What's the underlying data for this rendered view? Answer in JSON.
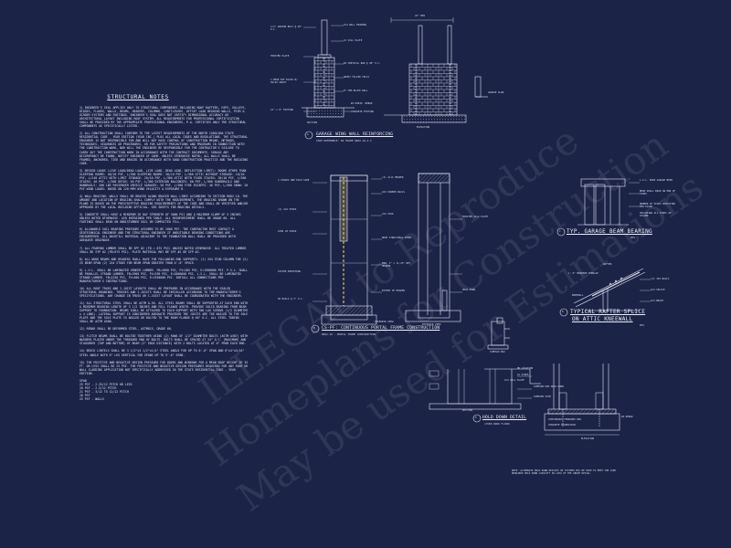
{
  "notes": {
    "title": "STRUCTURAL NOTES",
    "paragraphs": [
      "1) ENGINEER'S SEAL APPLIES ONLY TO STRUCTURAL COMPONENTS INCLUDING ROOF RAFTERS, HIPS, VALLEYS, RIDGES, FLOORS, WALLS, BEAMS, HEADERS, COLUMNS, CANTILEVERS, OFFSET LOAD BEARING WALLS, PIER & GIRDER SYSTEMS AND FOOTINGS. ENGINEER'S SEAL DOES NOT CERTIFY DIMENSIONAL ACCURACY OR ARCHITECTURAL LAYOUT INCLUDING ROOF SYSTEM. ALL REQUIREMENTS FOR PROFESSIONAL CERTIFICATION SHALL BE PROVIDED BY THE APPROPRIATE PROFESSIONAL ENGINEERS, P.A. CERTIFIES ONLY THE STRUCTURAL COMPONENTS AS SPECIFICALLY LISTED.",
      "2) ALL CONSTRUCTION SHALL CONFORM TO THE LATEST REQUIREMENTS OF THE NORTH CAROLINA STATE RESIDENTIAL CODE - YEAR EDITION (YEAR INC.) PLUS ALL LOCAL CODES AND REGULATIONS. THE STRUCTURAL ENGINEER IS NOT RESPONSIBLE FOR AND WILL NOT HAVE CONTROL OF CONSTRUCTION MEANS, METHODS, TECHNIQUES, SEQUENCES OR PROCEDURES, OR FOR SAFETY PRECAUTIONS AND PROGRAMS IN CONNECTION WITH THE CONSTRUCTION WORK, NOR WILL THE ENGINEER BE RESPONSIBLE FOR THE CONTRACTOR'S FAILURE TO CARRY OUT THE CONSTRUCTION WORK IN ACCORDANCE WITH THE CONTRACT DOCUMENTS. SHOULD ANY DISCREPANCY BE FOUND, NOTIFY ENGINEER OF SAME. UNLESS OTHERWISE NOTED, ALL WALLS SHALL BE FRAMED, ANCHORED, TIED AND BRACED IN ACCORDANCE WITH GOOD CONSTRUCTION PRACTICE AND THE BUILDING CODE.",
      "3) DESIGN LOADS (LIVE LOAD/DEAD LOAD, LIVE LOAD, DEAD LOAD, DEFLECTION LIMIT): ROOMS OTHER THAN SLEEPING ROOMS: 40/10 PSF, L/360 SLEEPING ROOMS: 30/10 PSF, L/360 ATTIC WITHOUT STORAGE: 10/10 PSF, L/240 ATTIC WITH LIMIT STORAGE: 20/10 PSF, L/360 ATTIC WITH FIXED STAIRS: 30/10 PSF, L/360 STAIRS: 40 PSF, L/360 DECKS: 40 PSF, L/360 EXTERIOR BALCONIES: 60 PSF, L/360 GUARDRAILS AND HANDRAILS: 200 LBS PASSENGER VEHICLE GARAGES: 50 PSF, L/360 FIRE ESCAPES: 40 PSF, L/360 SNOW: 20 PSF WIND LOADS: BASED ON 120 MPH WIND VELOCITY & EXPOSURE B.",
      "4) WALL BRACING: WALLS SHALL BE BRACED ALONG BRACED WALL LINES ACCORDING TO SECTION R602.10. THE AMOUNT AND LOCATION OF BRACING SHALL COMPLY WITH THE REQUIREMENTS. THE BRACING SHOWN ON THE PLANS IS BASED ON THE PRESCRIPTIVE BRACING REQUIREMENTS OF THE CODE AND SHALL BE VERIFIED AND/OR APPROVED BY THE LOCAL BUILDING OFFICIAL. SEE SHEETS FOR BRACING DETAILS.",
      "5) CONCRETE SHALL HAVE A MINIMUM 28 DAY STRENGTH OF 3000 PSI AND A MAXIMUM SLUMP OF 5 INCHES UNLESS NOTED OTHERWISE. AIR ENTRAINED PER TABLE. ALL REINFORCEMENT SHALL BE GRADE 60. ALL FOOTINGS SHALL BEAR ON UNDISTURBED SOIL OR COMPACTED FILL.",
      "6) ALLOWABLE SOIL BEARING PRESSURE ASSUMED TO BE 2000 PSF. THE CONTRACTOR MUST CONTACT A GEOTECHNICAL ENGINEER AND THE STRUCTURAL ENGINEER IF UNSUITABLE BEARING CONDITIONS ARE ENCOUNTERED. ALL BACKFILL MATERIAL ADJACENT TO THE FOUNDATION WALL SHALL BE PROVIDED WITH ADEQUATE DRAINAGE.",
      "7) ALL FRAMING LUMBER SHALL BE SPF #2 (FB = 875 PSI) UNLESS NOTED OTHERWISE. ALL TREATED LUMBER SHALL BE SYP #2 (FB=975 PSI). PLATE MATERIAL MAY BE SPF #2 OR SYP #2.",
      "8) ALL WOOD BEAMS AND HEADERS SHALL HAVE THE FOLLOWING END SUPPORTS: (1) 2X4 STUD COLUMN FOR (2) 2X BEAM SPAN (2) 2X4 STUDS FOR BEAM SPAN GREATER THAN 6'-0\" SPACE.",
      "9) L.V.L. SHALL BE LAMINATED VENEER LUMBER. FB=2600 PSI, FV=285 PSI, E=1900000 PSI. P.S.L. SHALL BE PARALLEL STRAND LUMBER. FB=2900 PSI, FV=290 PSI, E=2000000 PSI. L.S.L. SHALL BE LAMINATED STRAND LUMBER. FB=2250 PSI, FV=400 PSI, E=1550000 PSI. INSTALL ALL CONNECTIONS PER MANUFACTURER'S INSTRUCTIONS.",
      "10) ALL ROOF TRUSS AND I-JOIST LAYOUTS SHALL BE PREPARED IN ACCORDANCE WITH THE SEALED STRUCTURAL DRAWINGS. TRUSSES AND I-JOISTS SHALL BE INSTALLED ACCORDING TO THE MANUFACTURER'S SPECIFICATIONS. ANY CHANGE IN TRUSS OR I-JOIST LAYOUT SHALL BE COORDINATED WITH THE ENGINEER.",
      "11) ALL STRUCTURAL STEEL SHALL BE ASTM A-36. ALL STEEL BEAMS SHALL BE SUPPORTED AT EACH END WITH A MINIMUM BEARING LENGTH OF 3 1/2 INCHES AND FULL FLANGE WIDTH. PROVIDE SOLID BEARING FROM BEAM SUPPORT TO FOUNDATION. BEAMS SHALL BE ATTACHED TO EACH SUPPORT WITH TWO LAG SCREWS (1/2 DIAMETER x 4 LONG). LATERAL SUPPORT IS CONSIDERED ADEQUATE PROVIDED THE JOISTS ARE TOE NAILED TO THE SOLE PLATE AND THE SOLE PLATE IS NAILED OR BOLTED TO THE BEAM FLANGE @ 48\" O.C. ALL STEEL TUBING SHALL BE ASTM A500.",
      "12) REBAR SHALL BE DEFORMED STEEL, ASTM615, GRADE 60.",
      "13) FLITCH BEAMS SHALL BE BOLTED TOGETHER USING (2) ROWS OF 1/2\" DIAMETER BOLTS (ASTM A307) WITH WASHERS PLACED UNDER THE THREADED END OF BOLTS. BOLTS SHALL BE SPACED AT 24\" O.C. (MAXIMUM) AND STAGGERED (TOP AND BOTTOM) OF BEAM (2\" EDGE DISTANCE) WITH 2 BOLTS LOCATED AT 6\" FROM EACH END.",
      "14) BRICK LINTELS SHALL BE 3 1/2\"x3 1/2\"x1/4\" STEEL ANGLE FOR UP TO 6'-0\" SPAN AND 6\"x4\"x5/16\" STEEL ANGLE WITH 6\" LEG VERTICAL FOR SPANS UP TO 9'-6\" SPAN.",
      "15) THE POSITIVE AND NEGATIVE DESIGN PRESSURE FOR DOORS AND WINDOWS FOR A MEAN ROOF HEIGHT OF 35 FT. OR LESS SHALL BE 25 PSF. THE POSITIVE AND NEGATIVE DESIGN PRESSURES REQUIRED FOR ANY ROOF OR WALL CLADDING APPLICATION NOT SPECIFICALLY ADDRESSED IN THE STATE RESIDENTIAL CODE - YEAR EDITION."
    ],
    "load_lines": [
      "SPAN",
      "25 PSF - 2.25/12 PITCH OR LESS",
      "20 PSF - 2.5/12 PITCH",
      "21 PSF - 3/12 TO 12/12 PITCH",
      "16 PSF",
      "25 PSF - WALLS"
    ]
  },
  "details": {
    "garage_wing_wall": {
      "caption": "GARAGE WING WALL REINFORCING",
      "number": "A",
      "scale": "CODE REFERENCE: R4 FRAME R602.10.4.3",
      "section_label": "SECTION",
      "elevation_label": "ELEVATION",
      "callouts": [
        "2x4 WALL FRAMING",
        "2x SILL PLATE",
        "#4 VERTICAL BAR @ 48\" O.C.",
        "GROUT FILLED CELLS",
        "8\" CMU BLOCK WALL",
        "#4 HORIZ. REBAR",
        "CONCRETE FOOTING",
        "GARAGE SLAB"
      ],
      "left_callouts": [
        "1/2\" ANCHOR BOLT @ 48\" O.C.",
        "TREATED PLATE",
        "1-8000 PSF BLOCK W/ SOLID GROUT",
        "12\" x 8\" FOOTING"
      ],
      "dimension": "24\" MIN"
    },
    "portal_frame": {
      "caption": "CS-PF: CONTINUOUS PORTAL FRAME CONSTRUCTION",
      "number": "B",
      "scale": "R602.10 - PORTAL FRAME CONSTRUCTION",
      "interior_label": "INTERIOR VIEW",
      "exterior_label": "EXTERIOR VIEW",
      "callouts": [
        "(2) 2x12 HEADER",
        "16d SINKER NAILS",
        "2x6 STUD",
        "WOOD STRUCTURAL PANEL",
        "MIN. 3\" x 11.25\" NET HEADER",
        "EXTENT OF HEADER",
        "TREATED SILL PLATE",
        "HOLD DOWN"
      ],
      "left_callouts": [
        "2 STRAPS ONE EACH SIDE",
        "(2) 2x6 STUDS",
        "1000 LB STRAP",
        "FASTEN SHEATHING",
        "8d NAILS @ 3\" O.C."
      ]
    },
    "garage_beam_bearing": {
      "caption": "TYP. GARAGE BEAM BEARING",
      "number": "C",
      "scale": "NTS",
      "callouts": [
        "L.V.L. MAIN GARAGE BEAM",
        "BEAM SHALL BEAR ON END OF STUDS",
        "NUMBER OF STUDS SPECIFIED PER PLANS",
        "INCLUDING ALL STUDS IN COLUMN"
      ]
    },
    "rafter_splice": {
      "caption": "TYPICAL RAFTER SPLICE",
      "caption2": "ON ATTIC KNEEWALL",
      "number": "D",
      "scale": "NTS",
      "callouts": [
        "RAFTER",
        "1'-0\" MINIMUM OVERLAP",
        "KNEEWALL",
        "(3) 16d NAILS",
        "2x4 SPLICE",
        "2x4 BRACE"
      ]
    },
    "hold_down": {
      "caption": "HOLD DOWN DETAIL",
      "number": "E",
      "scale": "(OVER WOOD FLOOR)",
      "section_label": "SECTION",
      "elevation_label": "ELEVATION",
      "callouts": [
        "HD LOCATION",
        "2x STUDS",
        "SIMPSON HDU HOLD DOWN",
        "SIMPSON SSTB",
        "2x4 SILL PLATE",
        "CONTINUOUS THREADED ROD",
        "CONCRETE FOUNDATION",
        "#4 REBAR"
      ],
      "footer": "NOTE: ALTERNATE HOLD DOWN DEVICES OR SYSTEMS MAY BE USED TO MEET THE CODE REQUIRED HOLD DOWN CAPACITY IN LIEU OF THE ABOVE DETAIL.",
      "part_label": "SIMPSON HDU"
    }
  },
  "watermark": {
    "line1": "ILLEGAL to Reproduce",
    "line2": "Homeplans for Construction",
    "line3": "May be used for Estimations"
  },
  "colors": {
    "background": "#1b2347",
    "line": "#e6e9f2"
  }
}
